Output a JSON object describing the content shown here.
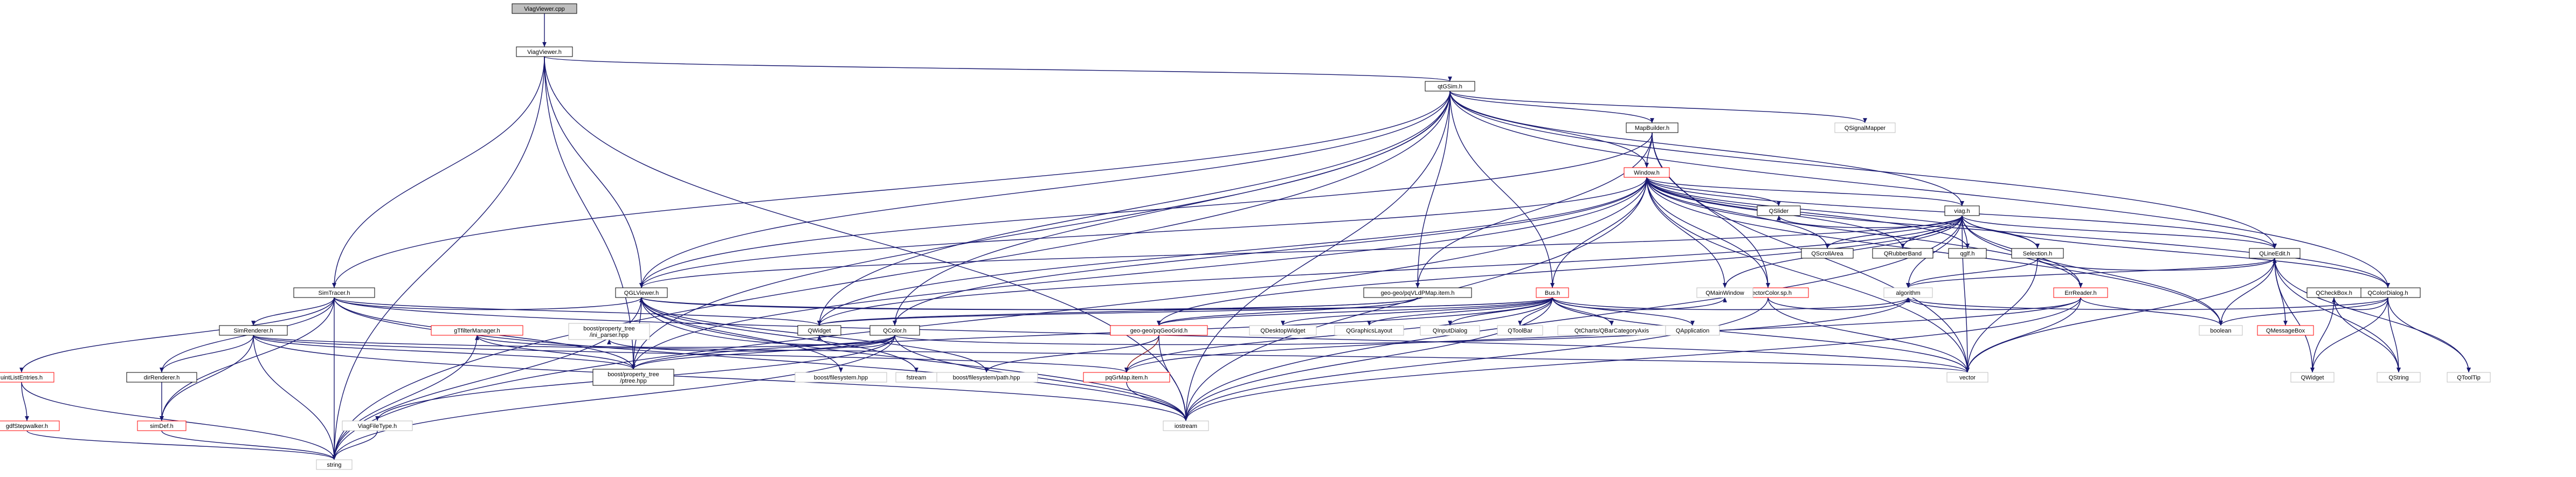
{
  "colors": {
    "root_fill": "#bfbfbf",
    "node_fill": "#ffffff",
    "node_border": "#000000",
    "missing_border": "#ff0000",
    "hidden_border": "#bfbfbf",
    "edge": "#191970",
    "edge_alt": "#8b1a1a"
  },
  "nodes": {
    "viewer_cpp": "ViagViewer.cpp",
    "viewer_h": "ViagViewer.h",
    "qtgsim_h": "qtGSim.h",
    "mapbuilder_h": "MapBuilder.h",
    "qsignalmapper": "QSignalMapper",
    "window_h": "Window.h",
    "viag_h": "viag.h",
    "simtracer_h": "SimTracer.h",
    "simrenderer_h": "SimRenderer.h",
    "qgl_h": "QGLViewer.h",
    "viagfiletype": "ViagFileType.h",
    "boost_property_tree": "boost/property_tree\n/ptree.hpp",
    "qwidget": "QWidget",
    "qcolor_h": "QColor.h",
    "qfilter_manager": "gTfilterManager.h",
    "boost_property_ini": "boost/property_tree\n/ini_parser.hpp",
    "geo_map_item": "geo-geo/pqVLdPMap.item.h",
    "bus_h": "Bus.h",
    "qslider": "QSlider",
    "qscrollarea": "QScrollArea",
    "qrubberband": "QRubberBand",
    "qgl_file": "qglf.h",
    "selection_h": "Selection.h",
    "selectable_data": "selectorColor.sp.h",
    "qlineedit_h": "QLineEdit.h",
    "qcolor_dialog": "QColorDialog.h",
    "errreader_h": "ErrReader.h",
    "qdesktopwidget": "QDesktopWidget",
    "qgraphicslayout": "QGraphicsLayout",
    "qinputdialog": "QInputDialog",
    "qtoolbar": "QToolBar",
    "qcategoryaxis": "QtCharts/QBarCategoryAxis",
    "qapplication": "QApplication",
    "qmainwindow": "QMainWindow",
    "geo_map_geogrid": "geo-geo/pqGeoGrid.h",
    "qmessagebox": "QMessageBox",
    "algorithm": "algorithm",
    "boolean": "boolean",
    "qcheckbox_h": "QCheckBox.h",
    "qwidget2": "QWidget",
    "qstring": "QString",
    "qtooltip": "QToolTip",
    "vector": "vector",
    "iostream": "iostream",
    "pqgr_map_item": "pqGrMap.item.h",
    "boost_filesystem": "boost/filesystem.hpp",
    "boost_filesystem_path": "boost/filesystem/path.hpp",
    "fstream": "fstream",
    "dirrenderer_h": "dirRenderer.h",
    "simdef_h": "simDef.h",
    "uint_list_h": "uintListEntries.h",
    "gdf_stepwalker": "gdfStepwalker.h",
    "string": "string"
  }
}
